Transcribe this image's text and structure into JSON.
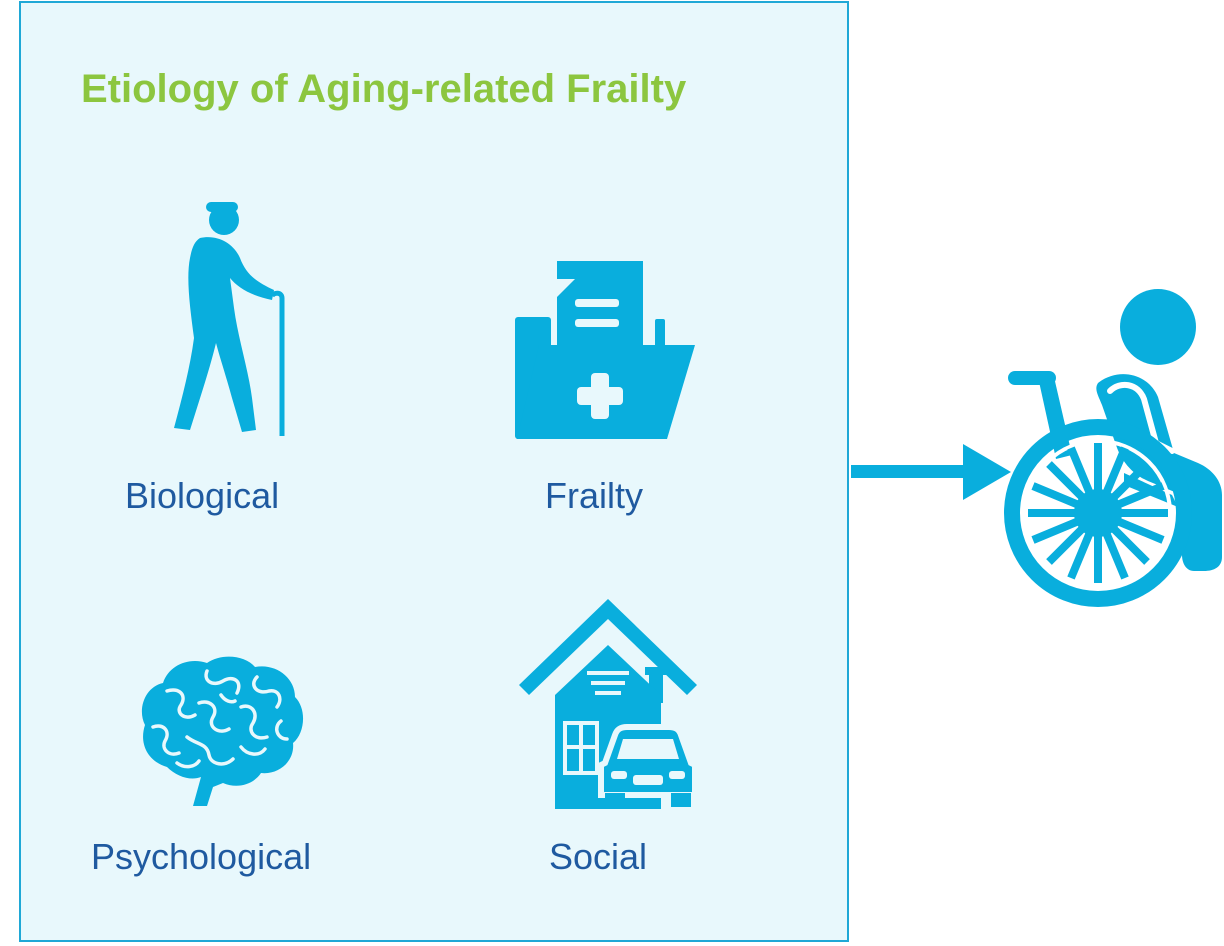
{
  "diagram": {
    "title": "Etiology of Aging-related Frailty",
    "factors": [
      {
        "label": "Biological",
        "icon": "elderly-person-with-cane-icon"
      },
      {
        "label": "Frailty",
        "icon": "medical-folder-icon"
      },
      {
        "label": "Psychological",
        "icon": "brain-icon"
      },
      {
        "label": "Social",
        "icon": "house-and-car-icon"
      }
    ],
    "outcome_icon": "wheelchair-user-icon"
  },
  "colors": {
    "icon": "#09aedd",
    "title": "#8cc63f",
    "label": "#1f5aa0",
    "panel_bg": "#e8f8fc",
    "panel_border": "#1fa8d6"
  }
}
